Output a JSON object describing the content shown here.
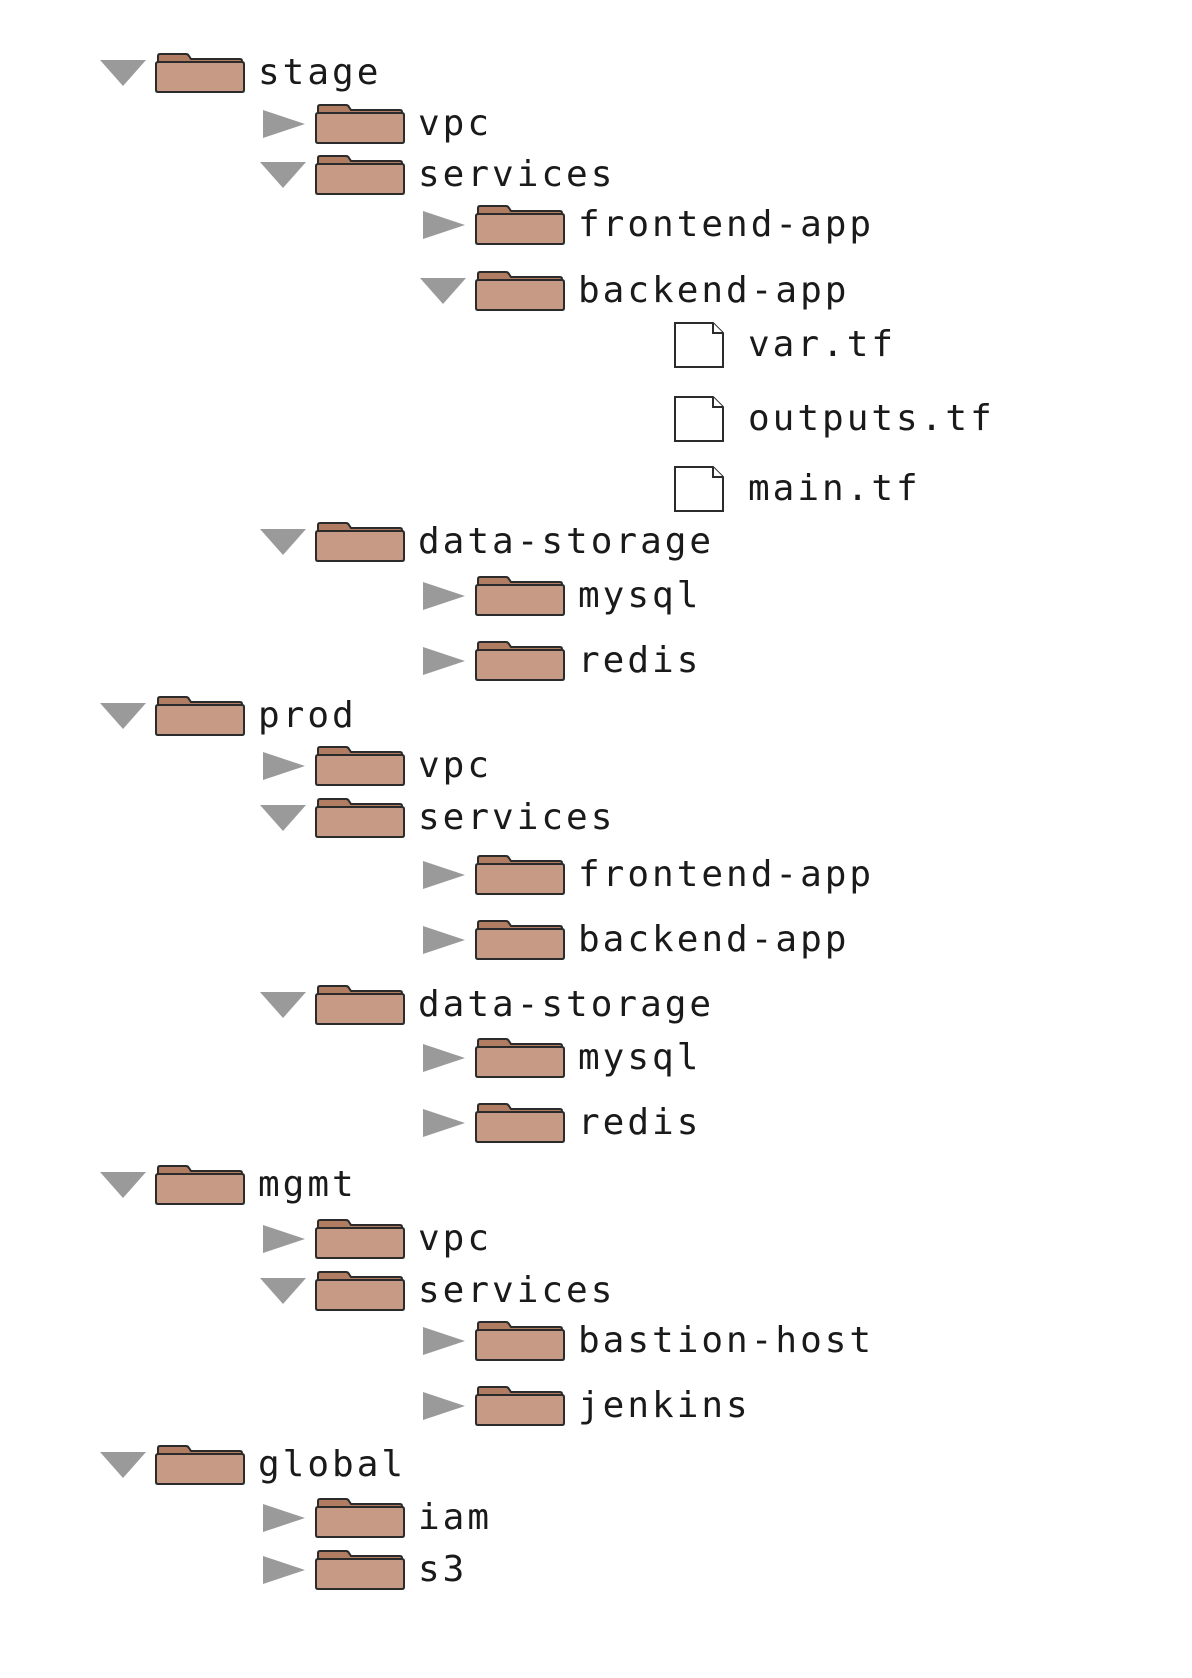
{
  "colors": {
    "folder_fill": "#c69a84",
    "folder_tab": "#b07d62",
    "folder_stroke": "#2b2b2b",
    "triangle": "#9a9a9a",
    "file_stroke": "#2b2b2b",
    "text": "#1a1a1a"
  },
  "tree": [
    {
      "name": "stage",
      "type": "folder",
      "expanded": true,
      "depth": 0
    },
    {
      "name": "vpc",
      "type": "folder",
      "expanded": false,
      "depth": 1
    },
    {
      "name": "services",
      "type": "folder",
      "expanded": true,
      "depth": 1
    },
    {
      "name": "frontend-app",
      "type": "folder",
      "expanded": false,
      "depth": 2
    },
    {
      "name": "backend-app",
      "type": "folder",
      "expanded": true,
      "depth": 2
    },
    {
      "name": "var.tf",
      "type": "file",
      "depth": 3
    },
    {
      "name": "outputs.tf",
      "type": "file",
      "depth": 3
    },
    {
      "name": "main.tf",
      "type": "file",
      "depth": 3
    },
    {
      "name": "data-storage",
      "type": "folder",
      "expanded": true,
      "depth": 1
    },
    {
      "name": "mysql",
      "type": "folder",
      "expanded": false,
      "depth": 2
    },
    {
      "name": "redis",
      "type": "folder",
      "expanded": false,
      "depth": 2
    },
    {
      "name": "prod",
      "type": "folder",
      "expanded": true,
      "depth": 0
    },
    {
      "name": "vpc",
      "type": "folder",
      "expanded": false,
      "depth": 1
    },
    {
      "name": "services",
      "type": "folder",
      "expanded": true,
      "depth": 1
    },
    {
      "name": "frontend-app",
      "type": "folder",
      "expanded": false,
      "depth": 2
    },
    {
      "name": "backend-app",
      "type": "folder",
      "expanded": false,
      "depth": 2
    },
    {
      "name": "data-storage",
      "type": "folder",
      "expanded": true,
      "depth": 1
    },
    {
      "name": "mysql",
      "type": "folder",
      "expanded": false,
      "depth": 2
    },
    {
      "name": "redis",
      "type": "folder",
      "expanded": false,
      "depth": 2
    },
    {
      "name": "mgmt",
      "type": "folder",
      "expanded": true,
      "depth": 0
    },
    {
      "name": "vpc",
      "type": "folder",
      "expanded": false,
      "depth": 1
    },
    {
      "name": "services",
      "type": "folder",
      "expanded": true,
      "depth": 1
    },
    {
      "name": "bastion-host",
      "type": "folder",
      "expanded": false,
      "depth": 2
    },
    {
      "name": "jenkins",
      "type": "folder",
      "expanded": false,
      "depth": 2
    },
    {
      "name": "global",
      "type": "folder",
      "expanded": true,
      "depth": 0
    },
    {
      "name": "iam",
      "type": "folder",
      "expanded": false,
      "depth": 1
    },
    {
      "name": "s3",
      "type": "folder",
      "expanded": false,
      "depth": 1
    }
  ]
}
